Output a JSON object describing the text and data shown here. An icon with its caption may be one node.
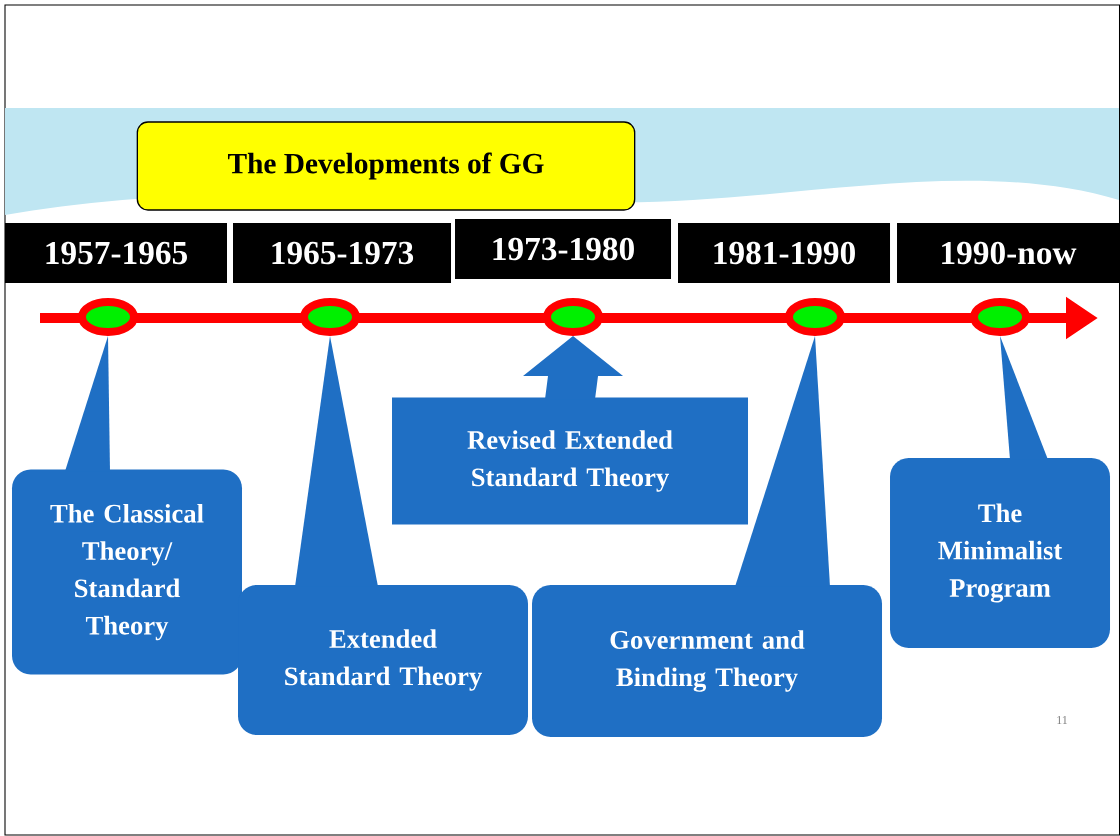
{
  "diagram": {
    "title": "The Developments of GG",
    "nodes": [
      {
        "text": [
          "1957-1965"
        ]
      },
      {
        "text": [
          "1965-1973"
        ]
      },
      {
        "text": [
          "1973-1980"
        ]
      },
      {
        "text": [
          "1981-1990"
        ]
      },
      {
        "text": [
          "1990-now"
        ]
      },
      {
        "text": [],
        "shape": "circle"
      },
      {
        "text": [],
        "shape": "circle"
      },
      {
        "text": [],
        "shape": "circle"
      },
      {
        "text": [],
        "shape": "circle"
      },
      {
        "text": [],
        "shape": "circle"
      },
      {
        "text": [
          "The Classical Theory/ Standard Theory"
        ]
      },
      {
        "text": [
          "Extended Standard Theory"
        ]
      },
      {
        "text": [
          "Revised Extended Standard Theory"
        ]
      },
      {
        "text": [
          "Government and Binding Theory"
        ]
      },
      {
        "text": [
          "The Minimalist Program"
        ]
      }
    ],
    "edges": [
      {
        "from": 10,
        "to": 5,
        "arrow": "none"
      },
      {
        "from": 11,
        "to": 6,
        "arrow": "none"
      },
      {
        "from": 12,
        "to": 7,
        "arrow": "to"
      },
      {
        "from": 13,
        "to": 8,
        "arrow": "none"
      },
      {
        "from": 14,
        "to": 9,
        "arrow": "none"
      }
    ],
    "labels": [
      "11"
    ]
  }
}
